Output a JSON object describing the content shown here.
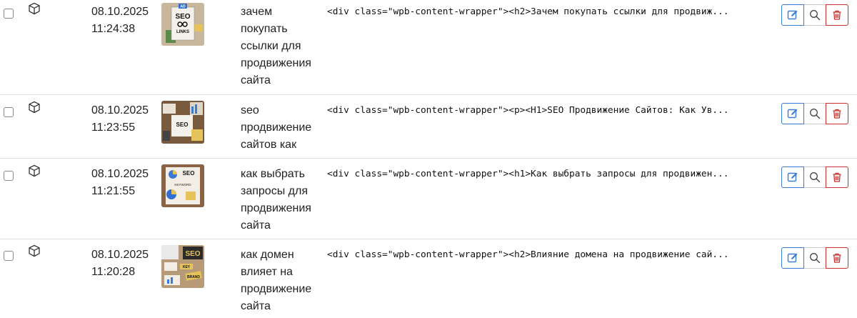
{
  "rows": [
    {
      "date": "08.10.2025",
      "time": "11:24:38",
      "title": "зачем покупать ссылки для продвижения сайта",
      "content": "<div class=\"wpb-content-wrapper\"><h2>Зачем покупать ссылки для продвиж...",
      "thumb_text": [
        "AD",
        "SEO",
        "LINKS"
      ]
    },
    {
      "date": "08.10.2025",
      "time": "11:23:55",
      "title": "seo продвижение сайтов как",
      "content": "<div class=\"wpb-content-wrapper\"><p><H1>SEO Продвижение Сайтов: Как Ув...",
      "thumb_text": [
        "SEO"
      ]
    },
    {
      "date": "08.10.2025",
      "time": "11:21:55",
      "title": "как выбрать запросы для продвижения сайта",
      "content": "<div class=\"wpb-content-wrapper\"><h1>Как выбрать запросы для продвижен...",
      "thumb_text": [
        "SEO",
        "KEYWORD"
      ]
    },
    {
      "date": "08.10.2025",
      "time": "11:20:28",
      "title": "как домен влияет на продвижение сайта",
      "content": "<div class=\"wpb-content-wrapper\"><h2>Влияние домена на продвижение сай...",
      "thumb_text": [
        "SEO",
        "KEY",
        "BRAND"
      ]
    }
  ],
  "icons": {
    "row_type": "cube-icon",
    "edit": "edit-icon",
    "view": "magnifier-icon",
    "delete": "trash-icon"
  },
  "colors": {
    "edit": "#3a7bd5",
    "delete": "#c9302c",
    "divider": "#dedede"
  }
}
